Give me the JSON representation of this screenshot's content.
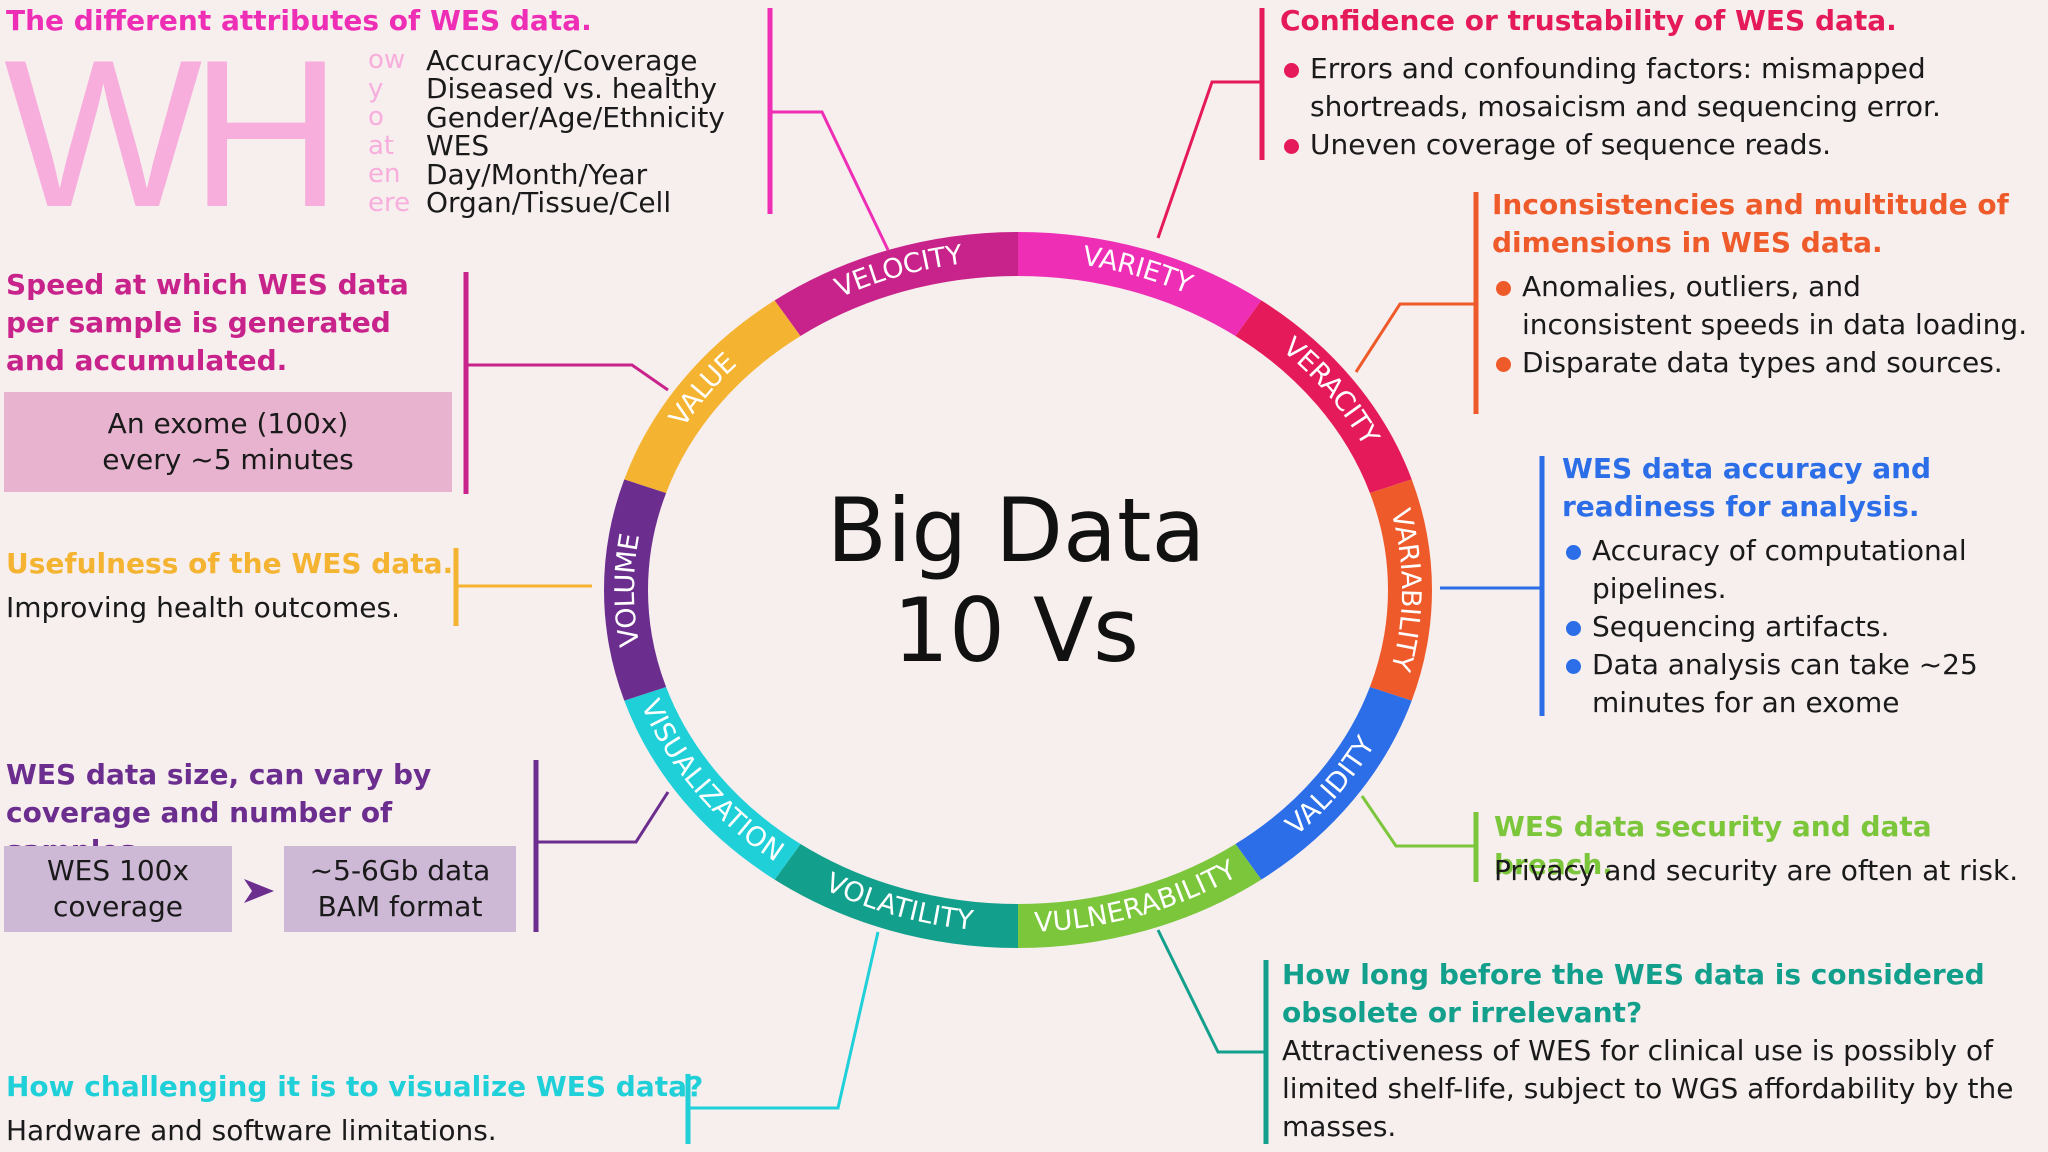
{
  "center": {
    "line1": "Big Data",
    "line2": "10 Vs"
  },
  "ring": [
    {
      "label": "VARIETY",
      "color": "#ee2fb6"
    },
    {
      "label": "VERACITY",
      "color": "#e51a5a"
    },
    {
      "label": "VARIABILITY",
      "color": "#ef5a2a"
    },
    {
      "label": "VALIDITY",
      "color": "#2b6ee8"
    },
    {
      "label": "VULNERABILITY",
      "color": "#7cc63c"
    },
    {
      "label": "VOLATILITY",
      "color": "#12a08c"
    },
    {
      "label": "VISUALIZATION",
      "color": "#1fd0d8"
    },
    {
      "label": "VOLUME",
      "color": "#6b2d8e"
    },
    {
      "label": "VALUE",
      "color": "#f4b330"
    },
    {
      "label": "VELOCITY",
      "color": "#c8238a"
    }
  ],
  "variety": {
    "heading": "The different attributes of WES data.",
    "big_letters": "WH",
    "rows": [
      {
        "prefix": "ow",
        "text": "Accuracy/Coverage"
      },
      {
        "prefix": "y",
        "text": "Diseased vs. healthy"
      },
      {
        "prefix": "o",
        "text": "Gender/Age/Ethnicity"
      },
      {
        "prefix": "at",
        "text": "WES"
      },
      {
        "prefix": "en",
        "text": "Day/Month/Year"
      },
      {
        "prefix": "ere",
        "text": "Organ/Tissue/Cell"
      }
    ]
  },
  "velocity": {
    "heading": "Speed at which WES data per sample is generated and accumulated.",
    "box": "An exome (100x) every ~5 minutes"
  },
  "value": {
    "heading": "Usefulness of the WES data.",
    "text": "Improving health outcomes."
  },
  "volume": {
    "heading": "WES data size, can vary by coverage and number of samples.",
    "box1": "WES 100x coverage",
    "box2": "~5-6Gb data BAM format"
  },
  "visualization": {
    "heading": "How challenging it is to visualize WES data?",
    "text": "Hardware and software limitations."
  },
  "veracity": {
    "heading": "Confidence or trustability of WES data.",
    "bullets": [
      "Errors and confounding factors: mismapped shortreads, mosaicism and sequencing error.",
      "Uneven coverage of sequence reads."
    ]
  },
  "variability": {
    "heading": "Inconsistencies and multitude of dimensions in WES data.",
    "bullets": [
      "Anomalies, outliers, and inconsistent speeds in data loading.",
      "Disparate data types and sources."
    ]
  },
  "validity": {
    "heading": "WES data accuracy and readiness for analysis.",
    "bullets": [
      "Accuracy of computational pipelines.",
      "Sequencing artifacts.",
      "Data analysis can take ~25 minutes for an exome"
    ]
  },
  "vulnerability": {
    "heading": "WES data security and data breach.",
    "text": "Privacy and security are often at risk."
  },
  "volatility": {
    "heading": "How long before the WES data is considered obsolete or irrelevant?",
    "text": "Attractiveness of WES for clinical use is possibly of limited shelf-life, subject to WGS affordability by the masses."
  },
  "colors": {
    "variety": "#ee2fb6",
    "veracity": "#e51a5a",
    "variability": "#ef5a2a",
    "validity": "#2b6ee8",
    "vulnerability": "#7cc63c",
    "volatility": "#12a08c",
    "visualization": "#1fd0d8",
    "volume": "#6b2d8e",
    "value": "#f4b330",
    "velocity": "#c8238a"
  }
}
